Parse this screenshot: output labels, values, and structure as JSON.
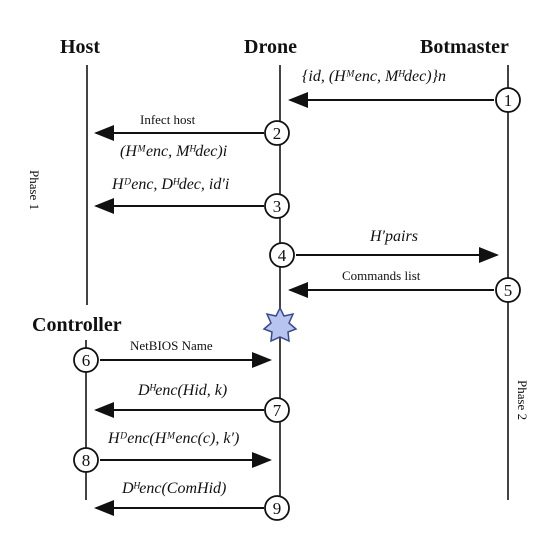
{
  "actors": {
    "host": "Host",
    "drone": "Drone",
    "botmaster": "Botmaster",
    "controller": "Controller"
  },
  "phases": {
    "phase1": "Phase 1",
    "phase2": "Phase 2"
  },
  "steps": [
    "1",
    "2",
    "3",
    "4",
    "5",
    "6",
    "7",
    "8",
    "9"
  ],
  "messages": {
    "m1": "{id, (Hᴹenc, Mᴴdec)}n",
    "m2": "Infect host",
    "m2b": "(Hᴹenc, Mᴴdec)i",
    "m3": "Hᴰenc, Dᴴdec, id′i",
    "m4": "H′pairs",
    "m5": "Commands list",
    "m6": "NetBIOS Name",
    "m7": "Dᴴenc(Hid, k)",
    "m8": "Hᴰenc(Hᴹenc(c), k′)",
    "m9": "Dᴴenc(ComHid)"
  },
  "colors": {
    "ink": "#111111",
    "lifeline": "#444444",
    "star_fill": "#b8c4f0",
    "star_stroke": "#3a4a8a"
  }
}
